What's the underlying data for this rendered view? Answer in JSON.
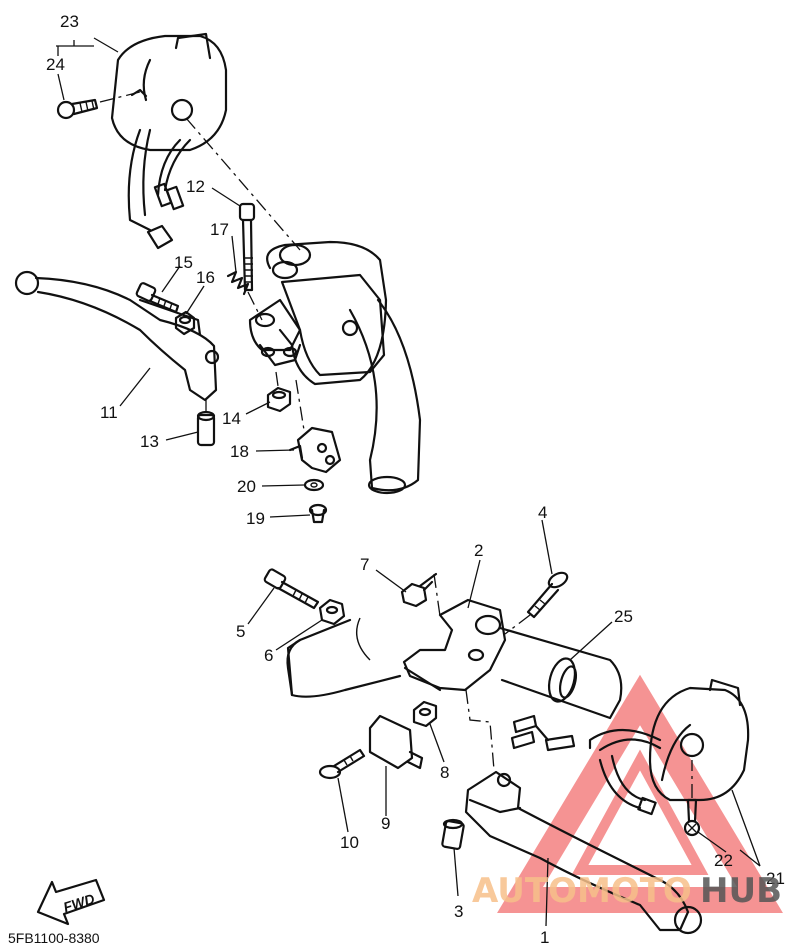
{
  "diagram_code": "5FB1100-8380",
  "fwd_label": "FWD",
  "watermark": {
    "part1": "AUTOMOTO",
    "part2": "HUB",
    "color1": "#f7c08a",
    "color2": "#555555",
    "triangle_color": "#f27070"
  },
  "callouts": {
    "c1": "1",
    "c2": "2",
    "c3": "3",
    "c4": "4",
    "c5": "5",
    "c6": "6",
    "c7": "7",
    "c8": "8",
    "c9": "9",
    "c10": "10",
    "c11": "11",
    "c12": "12",
    "c13": "13",
    "c14": "14",
    "c15": "15",
    "c16": "16",
    "c17": "17",
    "c18": "18",
    "c19": "19",
    "c20": "20",
    "c21": "21",
    "c22": "22",
    "c23": "23",
    "c24": "24",
    "c25": "25"
  }
}
